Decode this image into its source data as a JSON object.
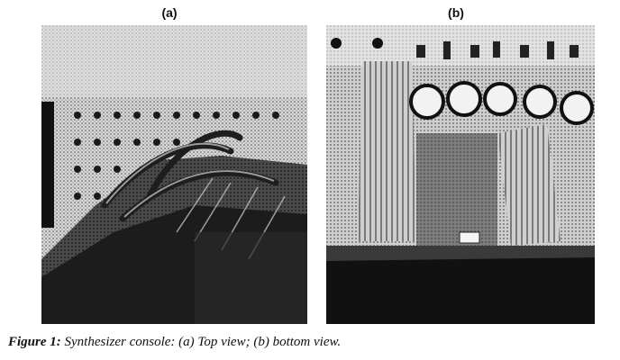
{
  "panels": [
    {
      "label": "(a)"
    },
    {
      "label": "(b)"
    }
  ],
  "caption": {
    "label": "Figure 1:",
    "text": " Synthesizer console: (a) Top view; (b) bottom view."
  }
}
